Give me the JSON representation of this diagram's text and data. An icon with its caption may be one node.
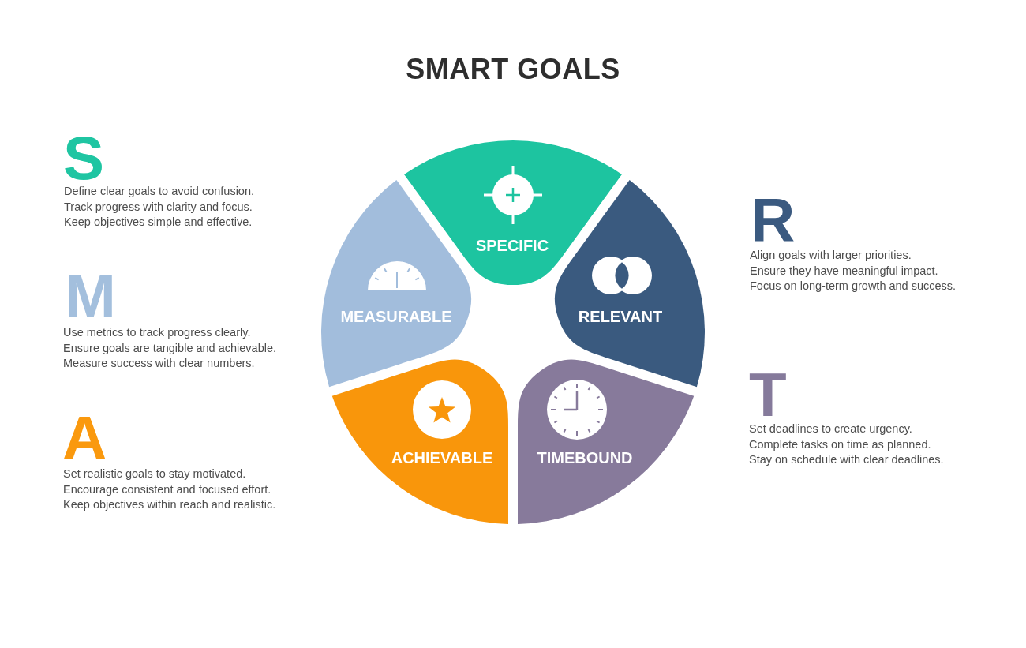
{
  "diagram": {
    "title": "SMART GOALS",
    "nodes": [
      {
        "text": [
          "SPECIFIC"
        ]
      },
      {
        "text": [
          "MEASURABLE"
        ]
      },
      {
        "text": [
          "RELEVANT"
        ]
      },
      {
        "text": [
          "ACHIEVABLE"
        ]
      },
      {
        "text": [
          "TIMEBOUND"
        ]
      }
    ],
    "labels": [
      "S",
      "Define clear goals to avoid confusion. Track progress with clarity and focus. Keep objectives simple and effective.",
      "R",
      "Align goals with larger priorities. Ensure they have meaningful impact. Focus on long-term growth and success.",
      "M",
      "Use metrics to track progress clearly. Ensure goals are tangible and achievable. Measure success with clear numbers.",
      "T",
      "Set deadlines to create urgency. Complete tasks on time as planned. Stay on schedule with clear deadlines.",
      "A",
      "Set realistic goals to stay motivated. Encourage consistent and focused effort. Keep objectives within reach and realistic."
    ]
  }
}
